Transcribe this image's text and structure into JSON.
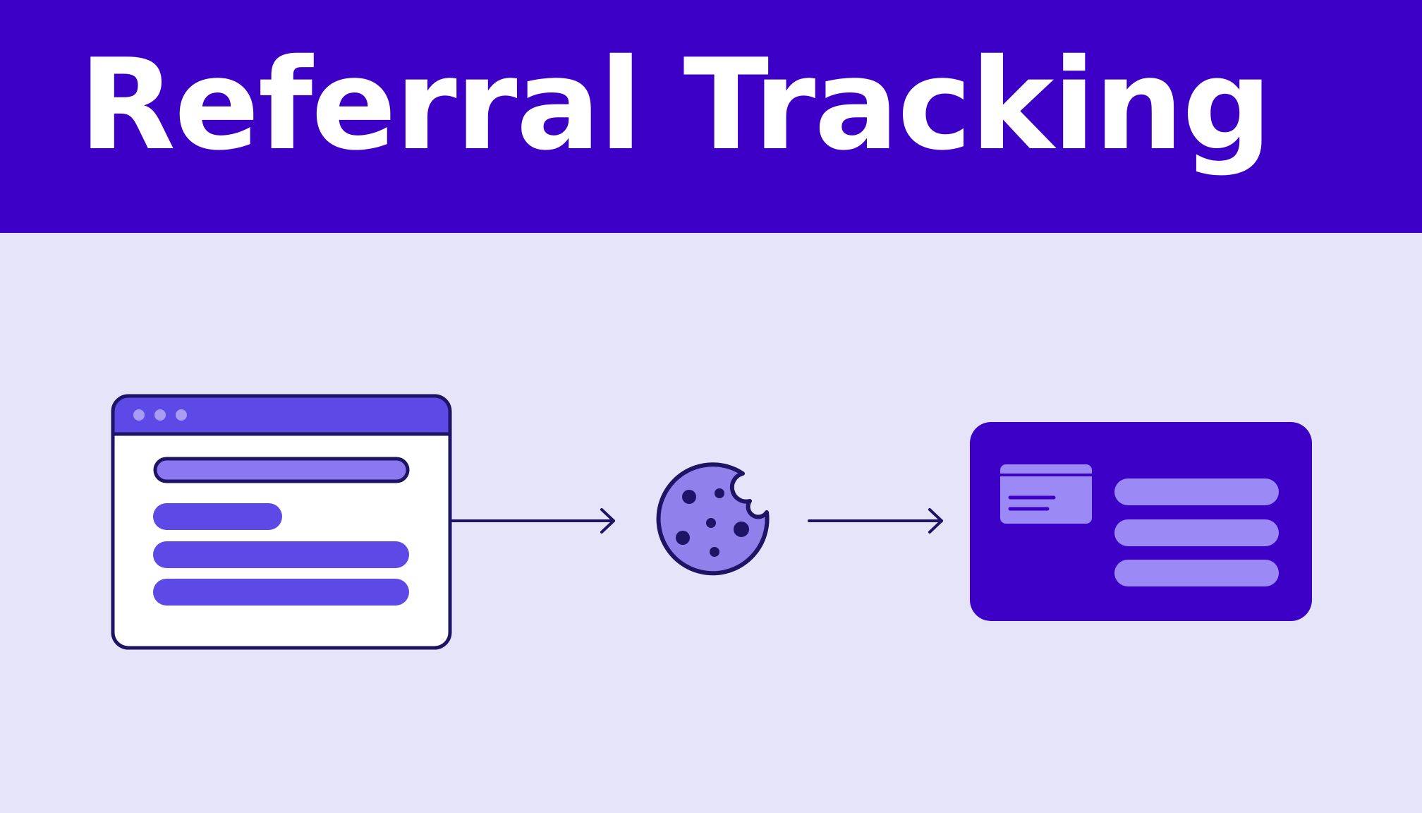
{
  "header": {
    "title": "Referral Tracking"
  },
  "colors": {
    "banner": "#3d00c7",
    "background": "#e6e4f8",
    "outline": "#1e1466",
    "browser_bar": "#5d49e6",
    "content_bar": "#5d49e6",
    "input_fill": "#8b78f0",
    "cookie_fill": "#8f80ec",
    "cookie_chip": "#1e1466",
    "dashboard_bg": "#3d00c7",
    "dashboard_bar": "#9b89f5",
    "arrow": "#1e1466"
  },
  "diagram": {
    "nodes": [
      {
        "id": "referrer-page",
        "icon": "browser-window-icon"
      },
      {
        "id": "tracking-cookie",
        "icon": "cookie-icon"
      },
      {
        "id": "referral-dashboard",
        "icon": "dashboard-panel-icon"
      }
    ],
    "edges": [
      {
        "from": "referrer-page",
        "to": "tracking-cookie"
      },
      {
        "from": "tracking-cookie",
        "to": "referral-dashboard"
      }
    ]
  }
}
